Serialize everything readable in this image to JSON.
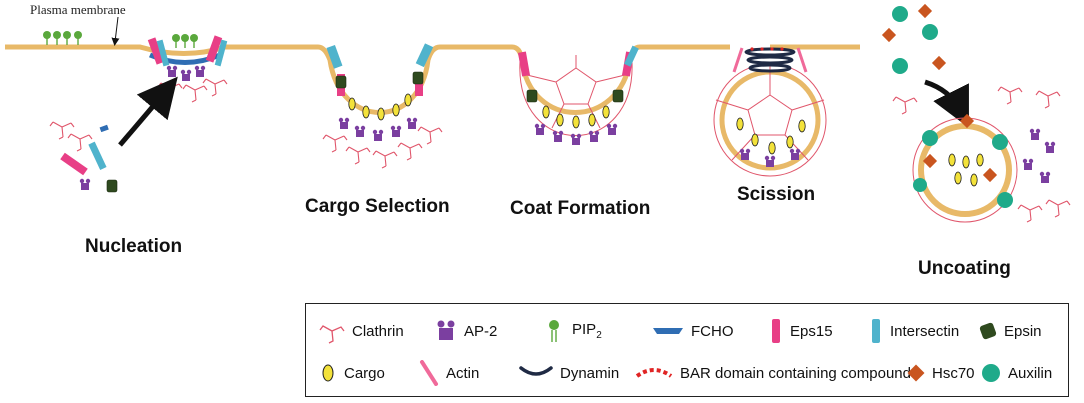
{
  "labels": {
    "plasma_membrane": "Plasma membrane",
    "nucleation": "Nucleation",
    "cargo_selection": "Cargo Selection",
    "coat_formation": "Coat Formation",
    "scission": "Scission",
    "uncoating": "Uncoating"
  },
  "legend": {
    "row1": [
      {
        "icon": "clathrin-icon",
        "label": "Clathrin"
      },
      {
        "icon": "ap2-icon",
        "label": "AP-2"
      },
      {
        "icon": "pip2-icon",
        "label": "PIP",
        "sub": "2"
      },
      {
        "icon": "fcho-icon",
        "label": "FCHO"
      },
      {
        "icon": "eps15-icon",
        "label": "Eps15"
      },
      {
        "icon": "intersectin-icon",
        "label": "Intersectin"
      },
      {
        "icon": "epsin-icon",
        "label": "Epsin"
      }
    ],
    "row2": [
      {
        "icon": "cargo-icon",
        "label": "Cargo"
      },
      {
        "icon": "actin-icon",
        "label": "Actin"
      },
      {
        "icon": "dynamin-icon",
        "label": "Dynamin"
      },
      {
        "icon": "bar-domain-icon",
        "label": "BAR domain containing compounds"
      },
      {
        "icon": "hsc70-icon",
        "label": "Hsc70"
      },
      {
        "icon": "auxilin-icon",
        "label": "Auxilin"
      }
    ]
  },
  "colors": {
    "membrane": "#e8b968",
    "clathrin": "#e0566b",
    "ap2": "#7b3fa0",
    "pip2": "#5aa83c",
    "fcho": "#2f6db3",
    "eps15": "#e83f86",
    "intersectin": "#4fb3cc",
    "epsin": "#2f4a1f",
    "cargo": "#f3e23a",
    "actin": "#f06a9a",
    "dynamin": "#1f2a44",
    "bar": "#e02424",
    "hsc70": "#c9551f",
    "auxilin": "#1faa8a"
  }
}
